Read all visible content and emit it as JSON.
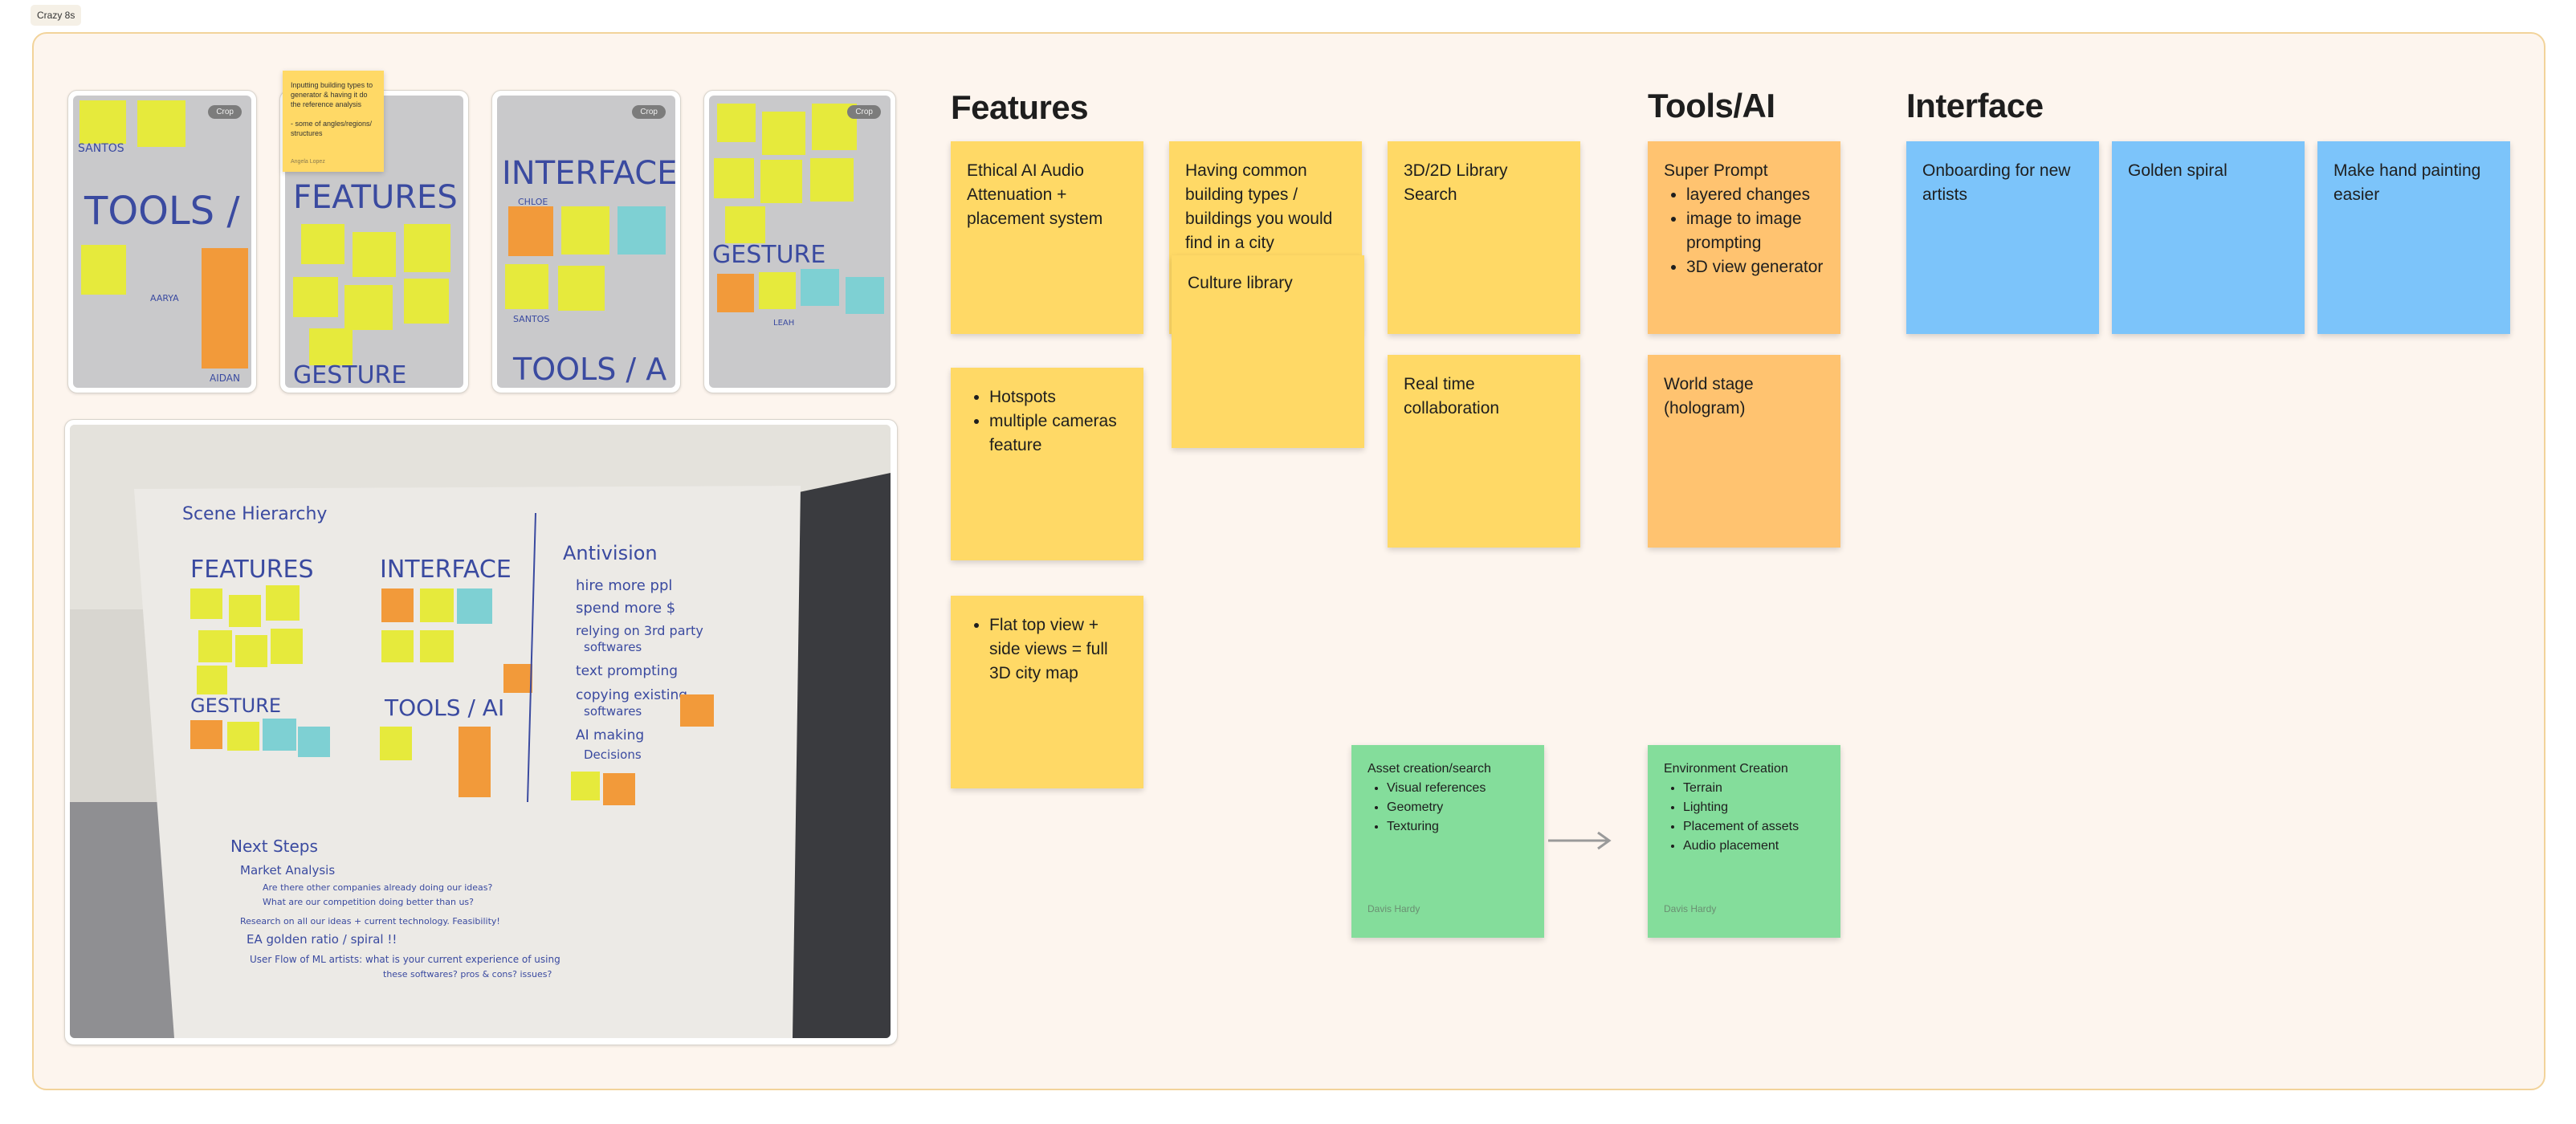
{
  "frame": {
    "label": "Crazy 8s"
  },
  "photo_labels": {
    "crop": "Crop"
  },
  "thumbs": [
    {
      "words": [
        "SANTOS",
        "TOOLS / AI",
        "AARYA",
        "AIDAN"
      ]
    },
    {
      "words": [
        "FEATURES",
        "GESTURE"
      ]
    },
    {
      "words": [
        "INTERFACE",
        "CHLOE",
        "SANTOS",
        "TOOLS / A"
      ]
    },
    {
      "words": [
        "GESTURE",
        "LEAH"
      ]
    }
  ],
  "mini_note": {
    "text": "Inputting building types to generator & having it do the reference analysis\n\n- some of angles/regions/ structures",
    "author": "Angela Lopez"
  },
  "whiteboard": {
    "scene": "Scene Hierarchy",
    "features": "FEATURES",
    "interface": "INTERFACE",
    "gesture": "GESTURE",
    "tools": "TOOLS / AI",
    "antivision_title": "Antivision",
    "antivision": [
      "hire more ppl",
      "spend more $",
      "relying on 3rd party",
      "softwares",
      "text prompting",
      "copying existing",
      "softwares",
      "AI making",
      "Decisions"
    ],
    "next_steps_title": "Next Steps",
    "next_steps": [
      "Market Analysis",
      "Are there other companies already doing our ideas?",
      "What are our competition doing better than us?",
      "Research on all our ideas + current technology. Feasibility!",
      "EA golden ratio / spiral !!",
      "User Flow of ML artists: what is your current experience of using",
      "these softwares? pros & cons? issues?"
    ]
  },
  "features": {
    "heading": "Features",
    "note1": "Ethical AI Audio Attenuation + placement system",
    "note2": "Having common building types / buildings you would find in a city",
    "note3": "3D/2D Library Search",
    "note4": "Culture library",
    "note5_items": [
      "Hotspots",
      "multiple cameras feature"
    ],
    "note6": "Real time collaboration",
    "note7_items": [
      "Flat top view + side views = full 3D city map"
    ]
  },
  "tools": {
    "heading": "Tools/AI",
    "note1_title": "Super Prompt",
    "note1_items": [
      "layered changes",
      "image to image prompting",
      "3D view generator"
    ],
    "note2": "World stage (hologram)"
  },
  "interface": {
    "heading": "Interface",
    "note1": "Onboarding for new artists",
    "note2": "Golden spiral",
    "note3": "Make hand painting easier"
  },
  "flow": {
    "asset_title": "Asset creation/search",
    "asset_items": [
      "Visual references",
      "Geometry",
      "Texturing"
    ],
    "asset_author": "Davis Hardy",
    "env_title": "Environment Creation",
    "env_items": [
      "Terrain",
      "Lighting",
      "Placement of assets",
      "Audio placement"
    ],
    "env_author": "Davis Hardy"
  },
  "colors": {
    "yellow": "#ffd966",
    "orange": "#ffc370",
    "blue": "#7cc4fa",
    "green": "#84dd9b",
    "section_bg": "#fdf5ee",
    "section_border": "#f2d39a"
  }
}
